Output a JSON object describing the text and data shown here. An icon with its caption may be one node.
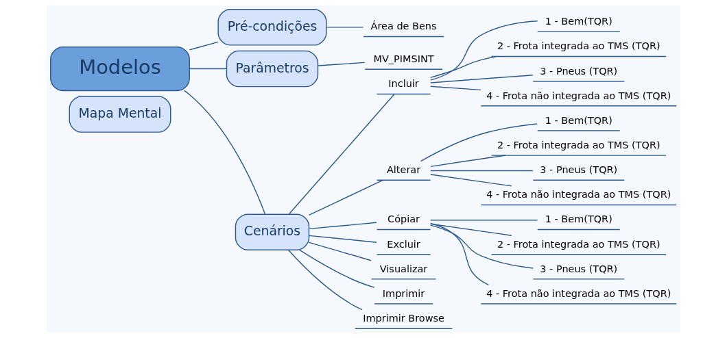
{
  "diagram": {
    "nodes": [
      {
        "text": [
          "Mapa Mental"
        ]
      },
      {
        "text": [
          "Modelos"
        ]
      },
      {
        "text": [
          "Pré-condições"
        ]
      },
      {
        "text": [
          "Área de Bens"
        ]
      },
      {
        "text": [
          "Parâmetros"
        ]
      },
      {
        "text": [
          "MV_PIMSINT"
        ]
      },
      {
        "text": [
          "Cenários"
        ]
      },
      {
        "text": [
          "Incluir"
        ]
      },
      {
        "text": [
          "1 - Bem(TQR)"
        ]
      },
      {
        "text": [
          "2 - Frota integrada ao TMS (TQR)"
        ]
      },
      {
        "text": [
          "3 - Pneus (TQR)"
        ]
      },
      {
        "text": [
          "4 - Frota não integrada ao TMS (TQR)"
        ]
      },
      {
        "text": [
          "Alterar"
        ]
      },
      {
        "text": [
          "1 - Bem(TQR)"
        ]
      },
      {
        "text": [
          "2 - Frota integrada ao TMS (TQR)"
        ]
      },
      {
        "text": [
          "3 - Pneus (TQR)"
        ]
      },
      {
        "text": [
          "4 - Frota não integrada ao TMS (TQR)"
        ]
      },
      {
        "text": [
          "Cópiar"
        ]
      },
      {
        "text": [
          "1 - Bem(TQR)"
        ]
      },
      {
        "text": [
          "2 - Frota integrada ao TMS (TQR)"
        ]
      },
      {
        "text": [
          "3 - Pneus (TQR)"
        ]
      },
      {
        "text": [
          "4 - Frota não integrada ao TMS (TQR)"
        ]
      },
      {
        "text": [
          "Excluir"
        ]
      },
      {
        "text": [
          "Visualizar"
        ]
      },
      {
        "text": [
          "Imprimir"
        ]
      },
      {
        "text": [
          "Imprimir Browse"
        ]
      }
    ],
    "edges": [
      {
        "from": 1,
        "to": 2,
        "arrow": "none"
      },
      {
        "from": 2,
        "to": 3,
        "arrow": "none"
      },
      {
        "from": 1,
        "to": 4,
        "arrow": "none"
      },
      {
        "from": 4,
        "to": 5,
        "arrow": "none"
      },
      {
        "from": 1,
        "to": 6,
        "arrow": "none"
      },
      {
        "from": 6,
        "to": 7,
        "arrow": "none"
      },
      {
        "from": 7,
        "to": 8,
        "arrow": "none"
      },
      {
        "from": 7,
        "to": 9,
        "arrow": "none"
      },
      {
        "from": 7,
        "to": 10,
        "arrow": "none"
      },
      {
        "from": 7,
        "to": 11,
        "arrow": "none"
      },
      {
        "from": 6,
        "to": 12,
        "arrow": "none"
      },
      {
        "from": 12,
        "to": 13,
        "arrow": "none"
      },
      {
        "from": 12,
        "to": 14,
        "arrow": "none"
      },
      {
        "from": 12,
        "to": 15,
        "arrow": "none"
      },
      {
        "from": 12,
        "to": 16,
        "arrow": "none"
      },
      {
        "from": 6,
        "to": 17,
        "arrow": "none"
      },
      {
        "from": 17,
        "to": 18,
        "arrow": "none"
      },
      {
        "from": 17,
        "to": 19,
        "arrow": "none"
      },
      {
        "from": 17,
        "to": 20,
        "arrow": "none"
      },
      {
        "from": 17,
        "to": 21,
        "arrow": "none"
      },
      {
        "from": 6,
        "to": 22,
        "arrow": "none"
      },
      {
        "from": 6,
        "to": 23,
        "arrow": "none"
      },
      {
        "from": 6,
        "to": 24,
        "arrow": "none"
      },
      {
        "from": 6,
        "to": 25,
        "arrow": "none"
      }
    ]
  }
}
